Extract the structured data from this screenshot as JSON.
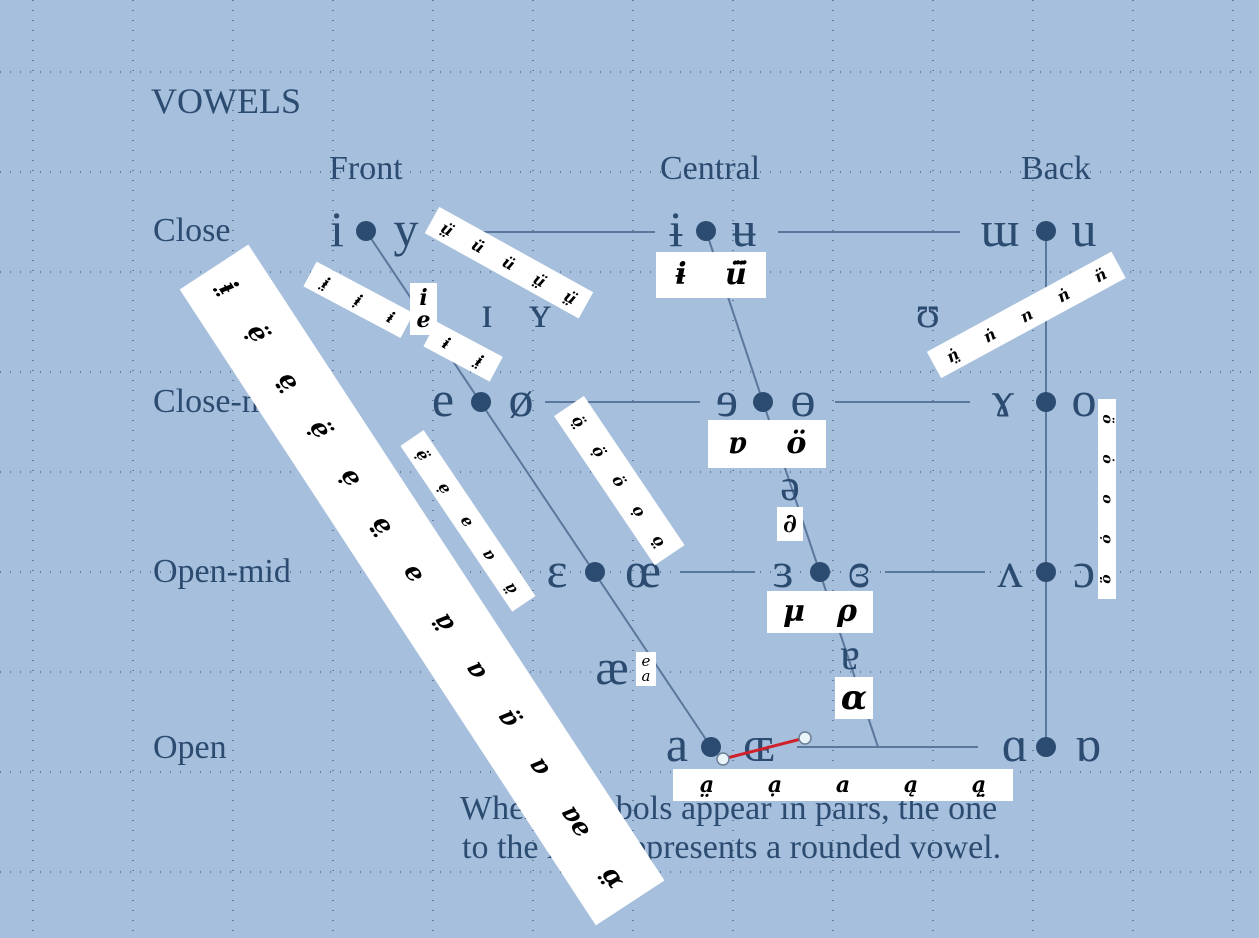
{
  "title": "VOWELS",
  "columns": [
    "Front",
    "Central",
    "Back"
  ],
  "rows": [
    "Close",
    "Close-mid",
    "Open-mid",
    "Open"
  ],
  "note": [
    "Where symbols appear in pairs, the one",
    "to the right represents a rounded vowel."
  ],
  "colors": {
    "background": "#a6bfdc",
    "ink": "#2b4b70",
    "line": "#5a779c",
    "selection_line": "#d0202a",
    "handle_fill": "#e8f4f8"
  },
  "vowels": {
    "close_front": [
      "i",
      "y"
    ],
    "close_central": [
      "ɨ",
      "ʉ"
    ],
    "close_back": [
      "ɯ",
      "u"
    ],
    "near_close_front": [
      "ɪ",
      "ʏ"
    ],
    "near_close_back": "ʊ",
    "close_mid_front": [
      "e",
      "ø"
    ],
    "close_mid_central": [
      "ɘ",
      "ɵ"
    ],
    "close_mid_back": [
      "ɤ",
      "o"
    ],
    "mid_central": "ə",
    "open_mid_front": [
      "ɛ",
      "œ"
    ],
    "open_mid_central": [
      "ɜ",
      "ɞ"
    ],
    "open_mid_back": [
      "ʌ",
      "ɔ"
    ],
    "near_open_front": "æ",
    "near_open_central": "ɐ",
    "open_front": [
      "a",
      "ɶ"
    ],
    "open_back": [
      "ɑ",
      "ɒ"
    ]
  },
  "overlays": {
    "long_strip": [
      "ɨ̤",
      "ẹ̈",
      "ẹ̤",
      "ẹ̈",
      "ẹ",
      "ẹ̤",
      "e",
      "ɐ̤",
      "ɐ",
      "ɐ̈",
      "ɐ",
      "ɐe",
      "ɑ̤"
    ],
    "front_i_strip": [
      "ɨ̤",
      "ɨ̣",
      "ɨ"
    ],
    "front_i_strip2": [
      "ɨ",
      "ɨ̤"
    ],
    "y_strip": [
      "ṳ̈",
      "ü̇",
      "ü",
      "ṳ̈",
      "ṳ̈"
    ],
    "e_strip": [
      "ẹ̈",
      "ẹ",
      "e",
      "ɐ",
      "ɐ̤"
    ],
    "o_strip": [
      "ö̤",
      "ọ̈",
      "ö",
      "ọ",
      "ọ̤"
    ],
    "back_u_strip": [
      "ṅ̤",
      "ṅ",
      "n",
      "ṅ",
      "n̈"
    ],
    "back_o_strip": [
      "ö",
      "ȯ",
      "o",
      "ọ",
      "ọ̤"
    ],
    "open_a_strip": [
      "a̤",
      "ạ",
      "a",
      "ą",
      "ą̤"
    ],
    "central_i_box": [
      "ɨ",
      "ü̈"
    ],
    "close_mid_central_box": [
      "ɐ",
      "ö"
    ],
    "open_mid_central_box": [
      "μ",
      "ρ"
    ],
    "schwa_box": "∂",
    "alpha_box": "α",
    "i_e_box": [
      "i",
      "e"
    ],
    "ae_box": [
      "e",
      "a"
    ]
  }
}
